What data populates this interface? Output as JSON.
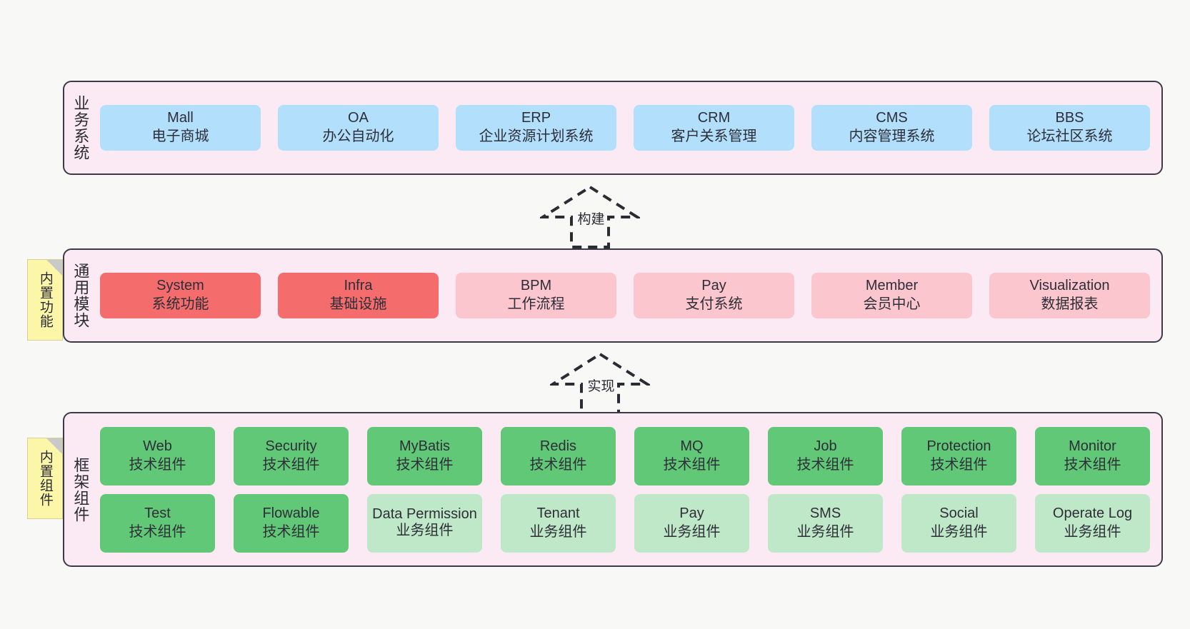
{
  "diagram": {
    "background_color": "#f8f8f6",
    "layer_fill": "#fbeaf4",
    "layer_border": "#3b3b47",
    "note_fill": "#fcf6a8",
    "colors": {
      "business": "#b2dffc",
      "module_primary": "#f46c6c",
      "module_secondary": "#fbc6ce",
      "tech_component": "#61c877",
      "biz_component": "#bfe8c8"
    }
  },
  "layers": [
    {
      "id": "business-system",
      "title": "业务系统",
      "note": null,
      "rows": [
        {
          "cells": [
            {
              "name": "mall",
              "line1": "Mall",
              "line2": "电子商城",
              "color": "c-blue"
            },
            {
              "name": "oa",
              "line1": "OA",
              "line2": "办公自动化",
              "color": "c-blue"
            },
            {
              "name": "erp",
              "line1": "ERP",
              "line2": "企业资源计划系统",
              "color": "c-blue"
            },
            {
              "name": "crm",
              "line1": "CRM",
              "line2": "客户关系管理",
              "color": "c-blue"
            },
            {
              "name": "cms",
              "line1": "CMS",
              "line2": "内容管理系统",
              "color": "c-blue"
            },
            {
              "name": "bbs",
              "line1": "BBS",
              "line2": "论坛社区系统",
              "color": "c-blue"
            }
          ]
        }
      ]
    },
    {
      "id": "common-module",
      "title": "通用模块",
      "note": "内置功能",
      "rows": [
        {
          "cells": [
            {
              "name": "system",
              "line1": "System",
              "line2": "系统功能",
              "color": "c-red"
            },
            {
              "name": "infra",
              "line1": "Infra",
              "line2": "基础设施",
              "color": "c-red"
            },
            {
              "name": "bpm",
              "line1": "BPM",
              "line2": "工作流程",
              "color": "c-pink"
            },
            {
              "name": "pay",
              "line1": "Pay",
              "line2": "支付系统",
              "color": "c-pink"
            },
            {
              "name": "member",
              "line1": "Member",
              "line2": "会员中心",
              "color": "c-pink"
            },
            {
              "name": "visualization",
              "line1": "Visualization",
              "line2": "数据报表",
              "color": "c-pink"
            }
          ]
        }
      ]
    },
    {
      "id": "framework-component",
      "title": "框架组件",
      "note": "内置组件",
      "rows": [
        {
          "cells": [
            {
              "name": "web",
              "line1": "Web",
              "line2": "技术组件",
              "color": "c-green"
            },
            {
              "name": "security",
              "line1": "Security",
              "line2": "技术组件",
              "color": "c-green"
            },
            {
              "name": "mybatis",
              "line1": "MyBatis",
              "line2": "技术组件",
              "color": "c-green"
            },
            {
              "name": "redis",
              "line1": "Redis",
              "line2": "技术组件",
              "color": "c-green"
            },
            {
              "name": "mq",
              "line1": "MQ",
              "line2": "技术组件",
              "color": "c-green"
            },
            {
              "name": "job",
              "line1": "Job",
              "line2": "技术组件",
              "color": "c-green"
            },
            {
              "name": "protection",
              "line1": "Protection",
              "line2": "技术组件",
              "color": "c-green"
            },
            {
              "name": "monitor",
              "line1": "Monitor",
              "line2": "技术组件",
              "color": "c-green"
            }
          ]
        },
        {
          "cells": [
            {
              "name": "test",
              "line1": "Test",
              "line2": "技术组件",
              "color": "c-green"
            },
            {
              "name": "flowable",
              "line1": "Flowable",
              "line2": "技术组件",
              "color": "c-green"
            },
            {
              "name": "data-permission",
              "line1": "Data Permission",
              "line2": "业务组件",
              "color": "c-green-light",
              "wrap": true
            },
            {
              "name": "tenant",
              "line1": "Tenant",
              "line2": "业务组件",
              "color": "c-green-light"
            },
            {
              "name": "pay-component",
              "line1": "Pay",
              "line2": "业务组件",
              "color": "c-green-light"
            },
            {
              "name": "sms",
              "line1": "SMS",
              "line2": "业务组件",
              "color": "c-green-light"
            },
            {
              "name": "social",
              "line1": "Social",
              "line2": "业务组件",
              "color": "c-green-light"
            },
            {
              "name": "operate-log",
              "line1": "Operate Log",
              "line2": "业务组件",
              "color": "c-green-light"
            }
          ]
        }
      ]
    }
  ],
  "arrows": [
    {
      "id": "build",
      "label": "构建"
    },
    {
      "id": "implement",
      "label": "实现"
    }
  ]
}
